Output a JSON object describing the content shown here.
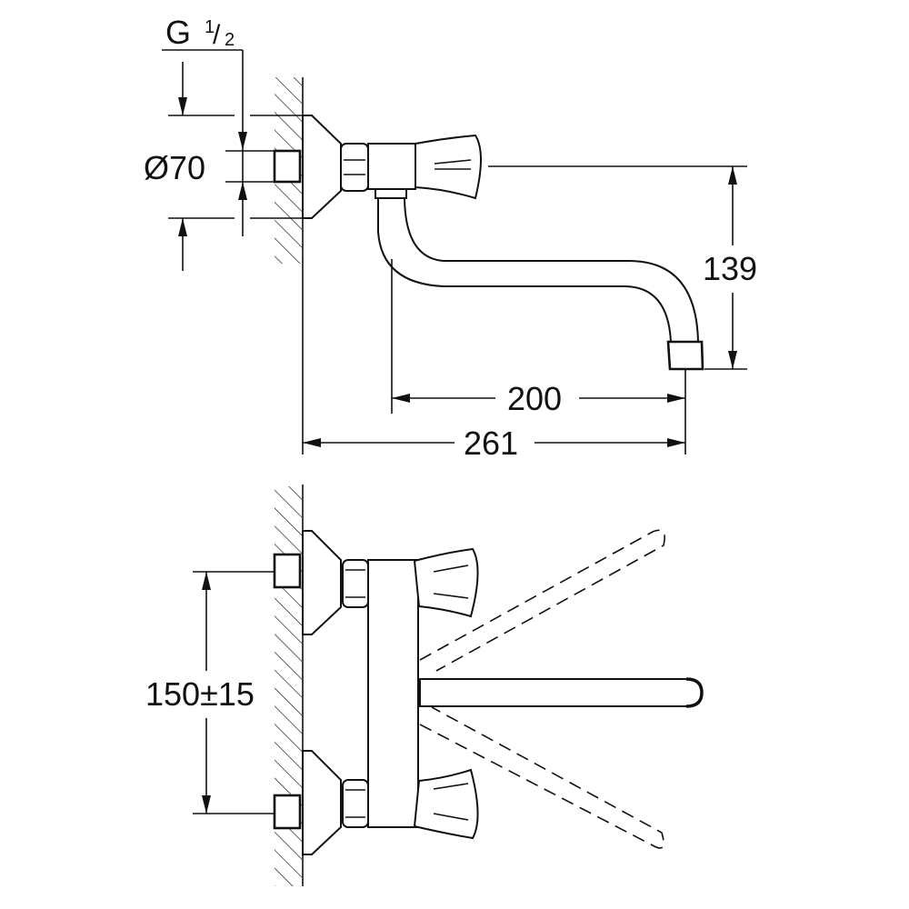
{
  "drawing": {
    "title": "Wall-mounted faucet dimension drawing",
    "side_view": {
      "thread_label": "G",
      "thread_fraction_num": "1",
      "thread_fraction_sep": "/",
      "thread_fraction_den": "2",
      "flange_diameter": "Ø70",
      "spout_height": "139",
      "spout_reach": "200",
      "total_projection": "261"
    },
    "front_view": {
      "centre_distance": "150±15"
    }
  }
}
